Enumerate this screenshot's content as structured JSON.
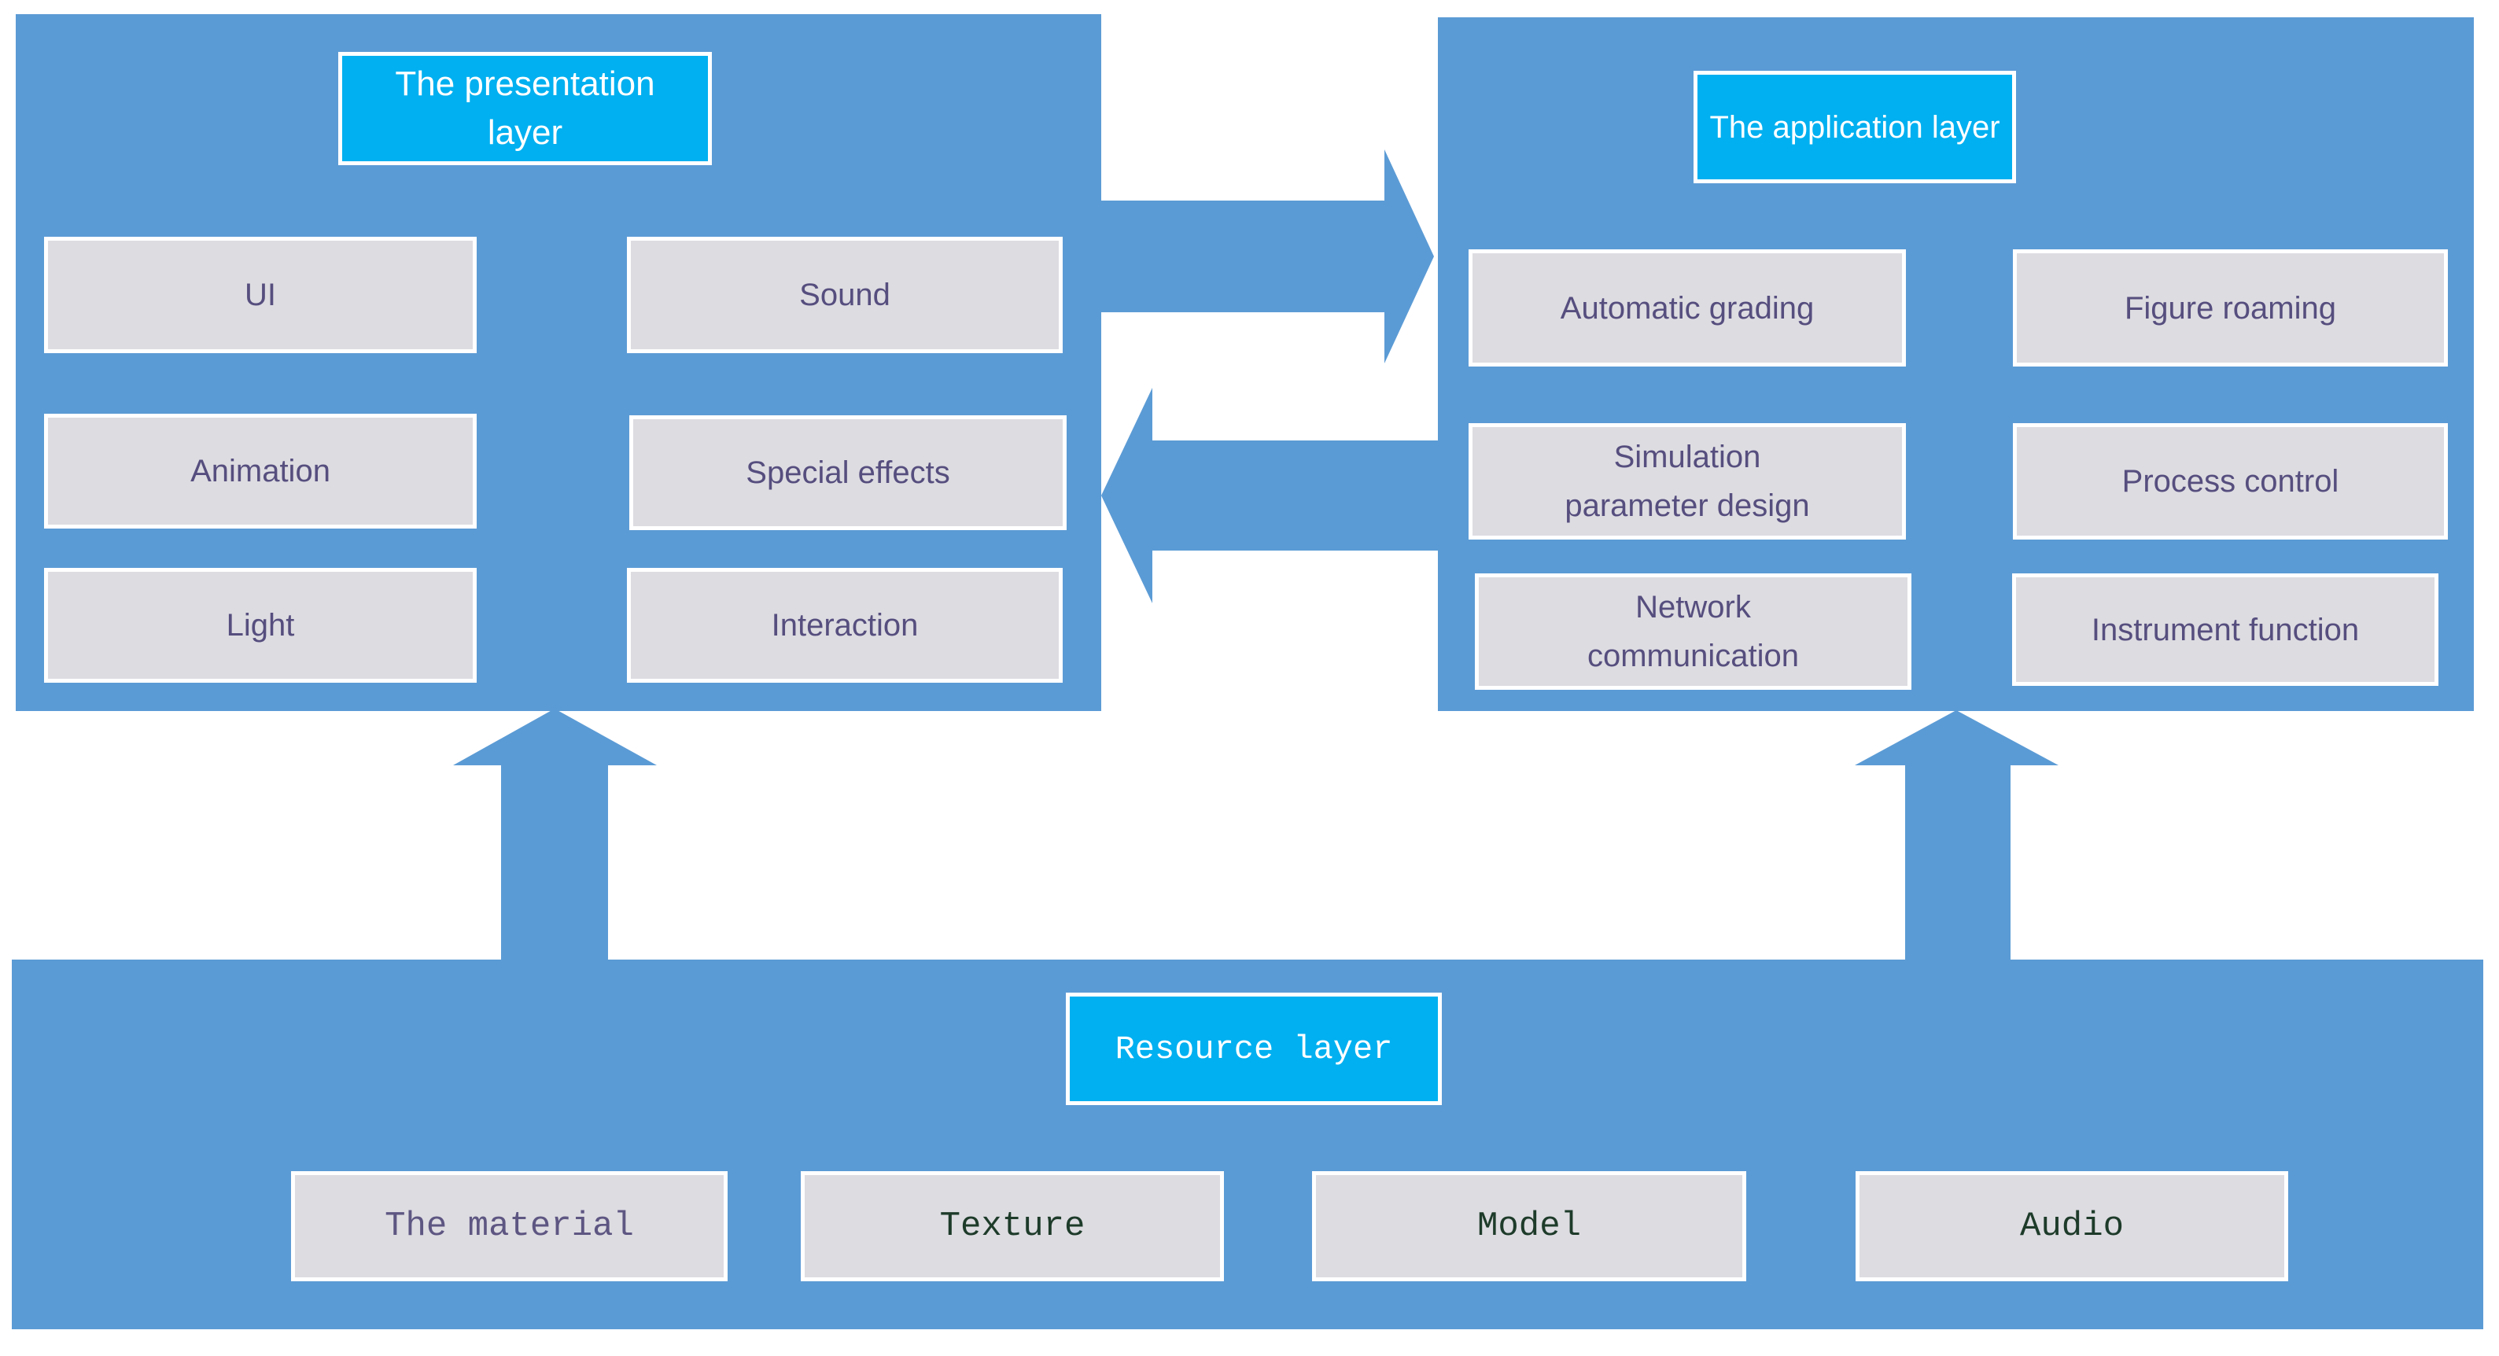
{
  "colors": {
    "panel_blue": "#5B9BD5",
    "title_cyan": "#00B0F0",
    "item_box_gray": "#DDDCE1",
    "item_text_purple": "#564E7E",
    "material_text_purple": "#5E5682",
    "resource_text_green": "#1E3B2A",
    "title_text_white": "#FFFFFF"
  },
  "layers": {
    "presentation": {
      "title": "The presentation layer",
      "items": [
        "UI",
        "Sound",
        "Animation",
        "Special effects",
        "Light",
        "Interaction"
      ]
    },
    "application": {
      "title": "The application layer",
      "items": [
        "Automatic grading",
        "Figure roaming",
        "Simulation\nparameter design",
        "Process control",
        "Network\ncommunication",
        "Instrument function"
      ]
    },
    "resource": {
      "title": "Resource layer",
      "items": [
        "The material",
        "Texture",
        "Model",
        "Audio"
      ]
    }
  },
  "arrows": {
    "presentation_to_application": "right-arrow",
    "application_to_presentation": "left-arrow",
    "resource_to_presentation": "up-arrow",
    "resource_to_application": "up-arrow"
  }
}
